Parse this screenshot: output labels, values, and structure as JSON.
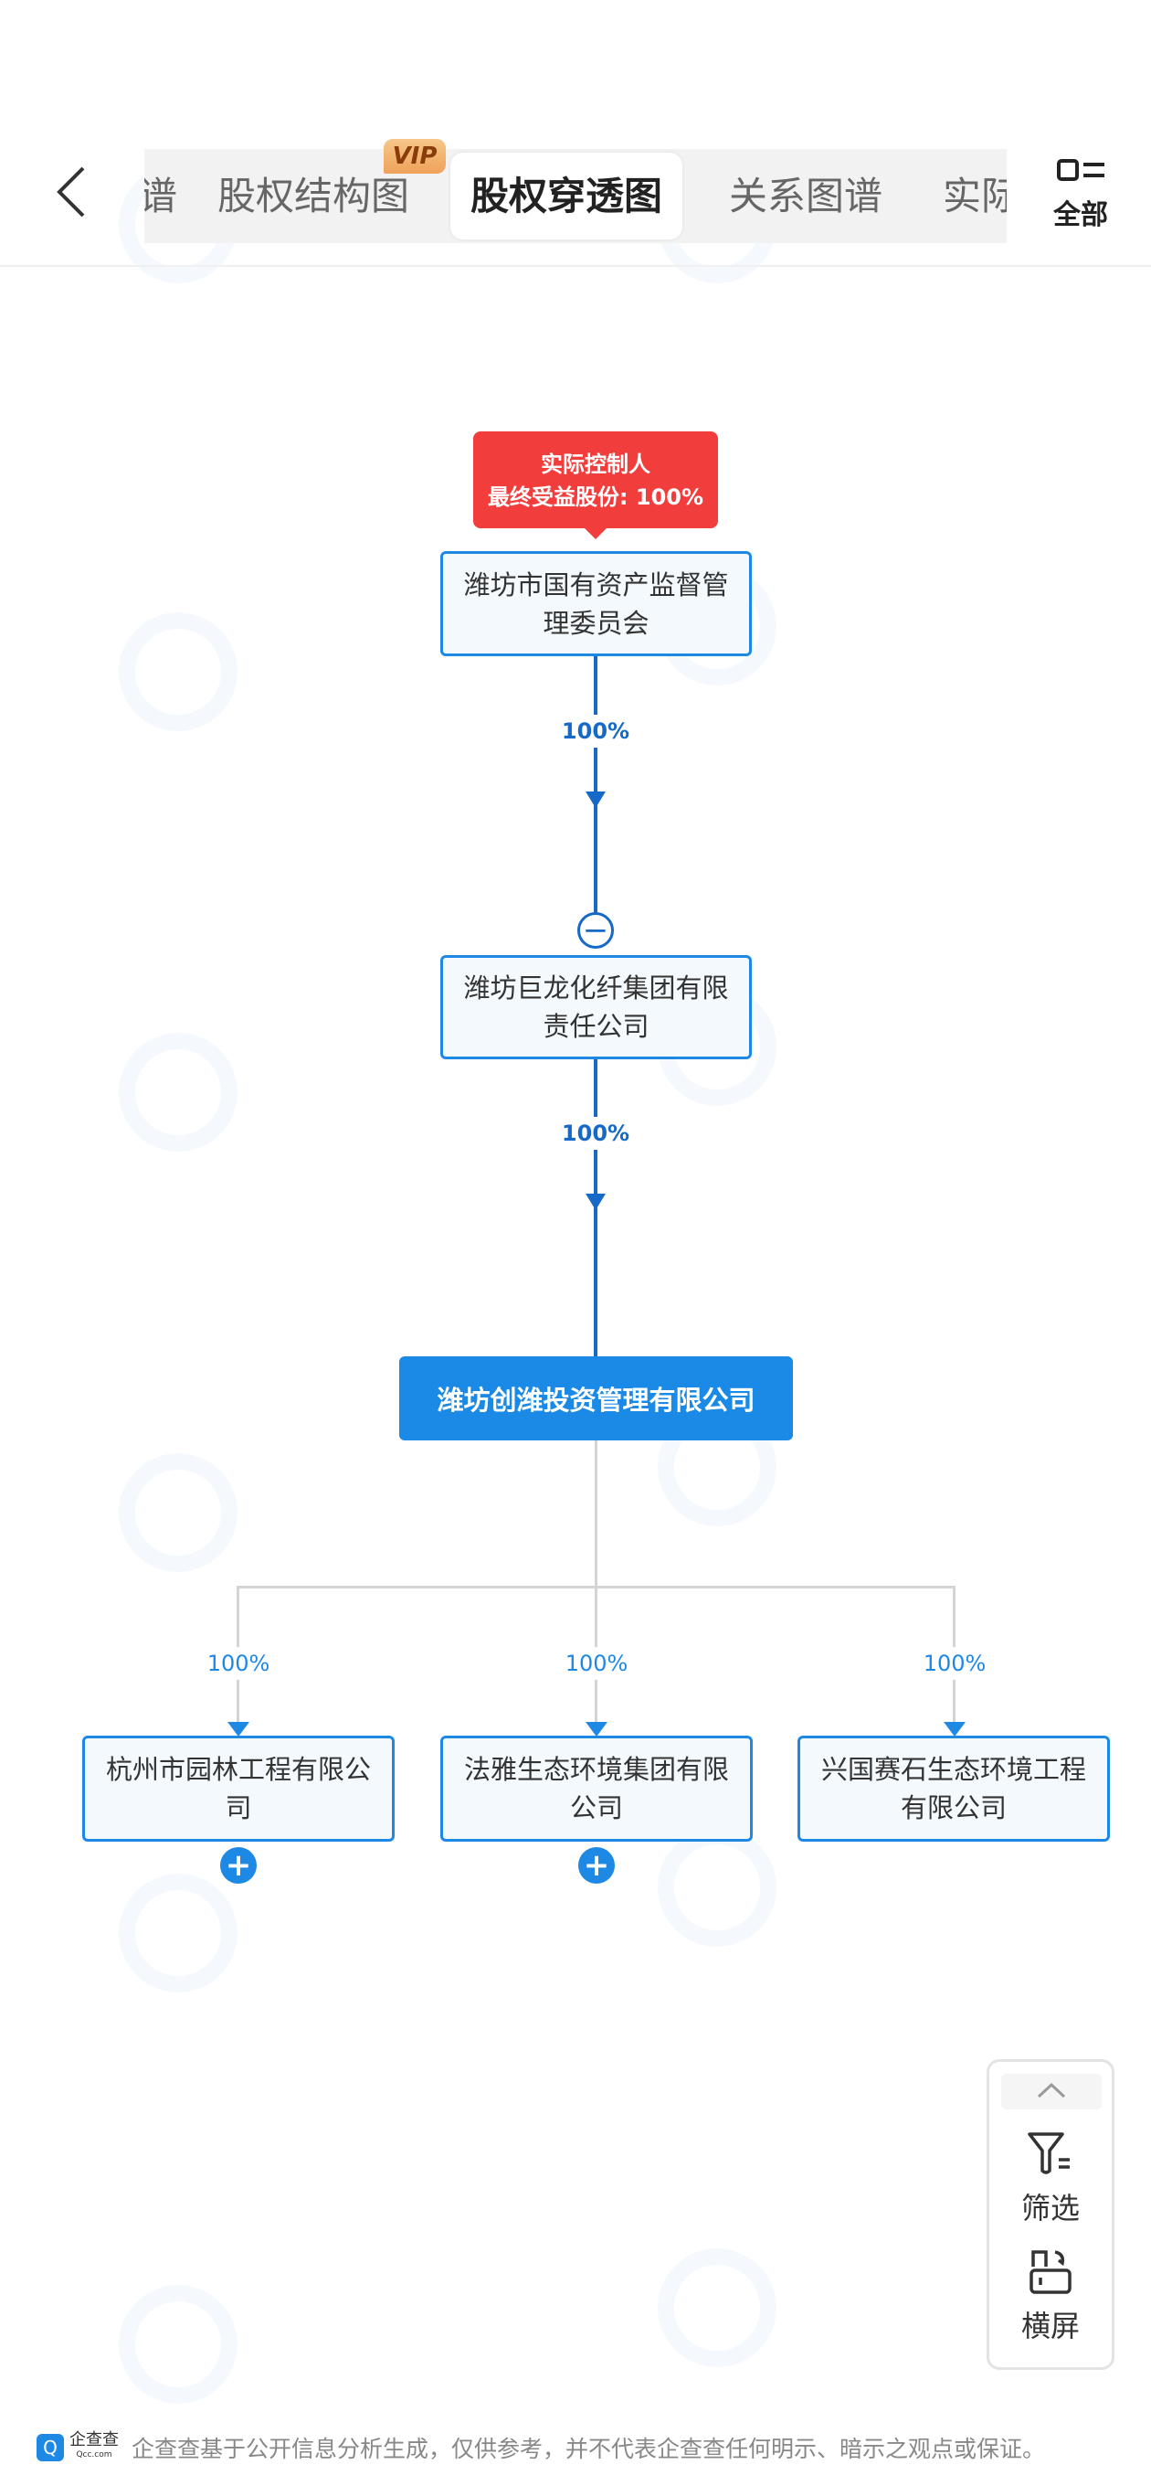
{
  "header": {
    "tabs": [
      {
        "label": "谱",
        "active": false
      },
      {
        "label": "股权结构图",
        "active": false,
        "badge": "VIP"
      },
      {
        "label": "股权穿透图",
        "active": true
      },
      {
        "label": "关系图谱",
        "active": false
      },
      {
        "label": "实际",
        "active": false
      }
    ],
    "all_label": "全部"
  },
  "chart": {
    "controller_badge": {
      "line1": "实际控制人",
      "line2": "最终受益股份: 100%"
    },
    "shareholders": [
      {
        "name": "潍坊市国有资产监督管理委员会",
        "pct": "100%"
      },
      {
        "name": "潍坊巨龙化纤集团有限责任公司",
        "pct": "100%"
      }
    ],
    "main_company": "潍坊创潍投资管理有限公司",
    "subsidiaries": [
      {
        "name": "杭州市园林工程有限公司",
        "pct": "100%",
        "expandable": true
      },
      {
        "name": "法雅生态环境集团有限公司",
        "pct": "100%",
        "expandable": true
      },
      {
        "name": "兴国赛石生态环境工程有限公司",
        "pct": "100%",
        "expandable": false
      }
    ]
  },
  "side_panel": {
    "filter_label": "筛选",
    "landscape_label": "横屏"
  },
  "footer": {
    "logo_text": "企查查",
    "logo_sub": "Qcc.com",
    "disclaimer": "企查查基于公开信息分析生成，仅供参考，并不代表企查查任何明示、暗示之观点或保证。"
  },
  "colors": {
    "primary": "#1a8ae6",
    "badge_red": "#f23d3d",
    "line_dark": "#1769c7"
  }
}
